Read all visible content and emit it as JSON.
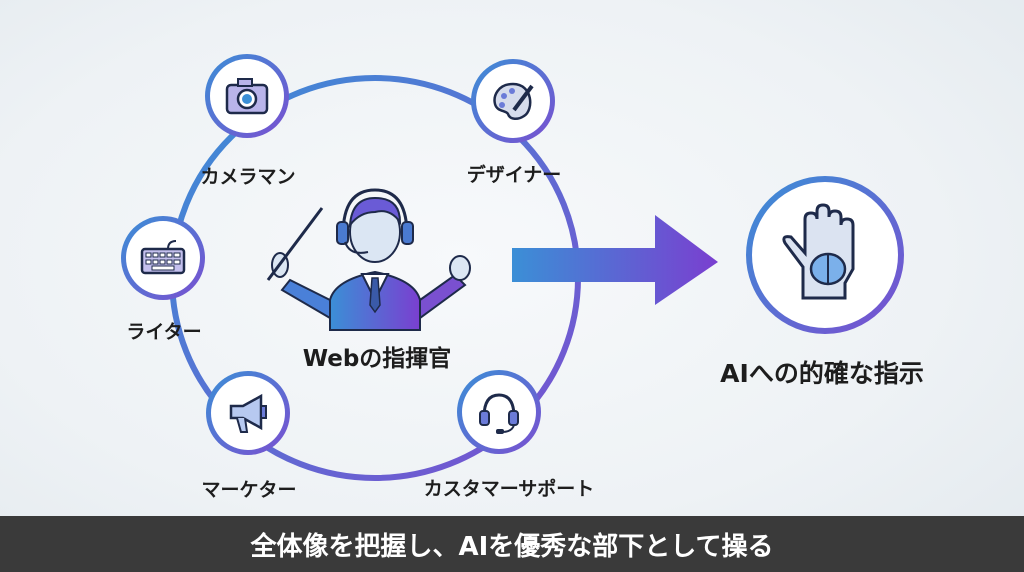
{
  "center": {
    "label": "Webの指揮官"
  },
  "roles": [
    {
      "label": "カメラマン",
      "icon": "camera-icon"
    },
    {
      "label": "デザイナー",
      "icon": "palette-icon"
    },
    {
      "label": "ライター",
      "icon": "keyboard-icon"
    },
    {
      "label": "マーケター",
      "icon": "megaphone-icon"
    },
    {
      "label": "カスタマーサポート",
      "icon": "headset-icon"
    }
  ],
  "result": {
    "label": "AIへの的確な指示",
    "icon": "hand-brain-icon"
  },
  "caption": "全体像を把握し、AIを優秀な部下として操る",
  "colors": {
    "gradient_start": "#3b8fd6",
    "gradient_end": "#7a4fd0",
    "caption_bg": "#3a3a3a"
  }
}
